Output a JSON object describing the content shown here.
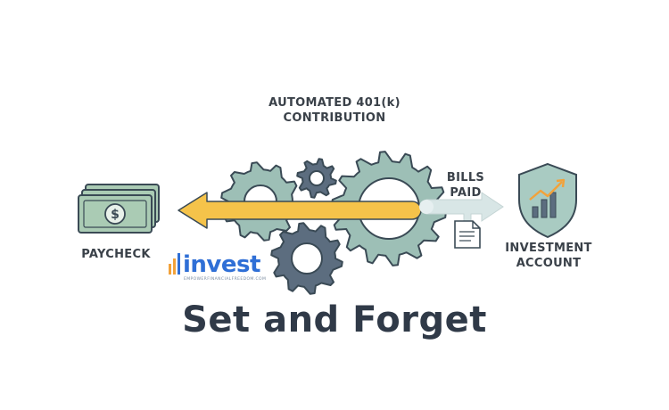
{
  "title": "AUTOMATED 401(k)\nCONTRIBUTION",
  "nodes": {
    "paycheck": "PAYCHECK",
    "bills": "BILLS\nPAID",
    "investment": "INVESTMENT\nACCOUNT"
  },
  "caption": "Set and Forget",
  "logo": {
    "word": "invest",
    "tagline": "EMPOWERFINANCIALFREEDOM.COM"
  },
  "colors": {
    "gear_teal": "#9dbfb6",
    "gear_slate": "#5c6d7f",
    "outline": "#3a4a55",
    "arrow_yellow": "#f5c34a",
    "arrow_light": "#d8e6e6",
    "money_green": "#aacbb4",
    "shield_fill": "#a9cbc2",
    "logo_blue": "#2f6fd6",
    "logo_orange": "#f2a23a"
  },
  "icons": [
    "dollar-bill-icon",
    "gear-icon",
    "document-icon",
    "shield-chart-icon"
  ]
}
